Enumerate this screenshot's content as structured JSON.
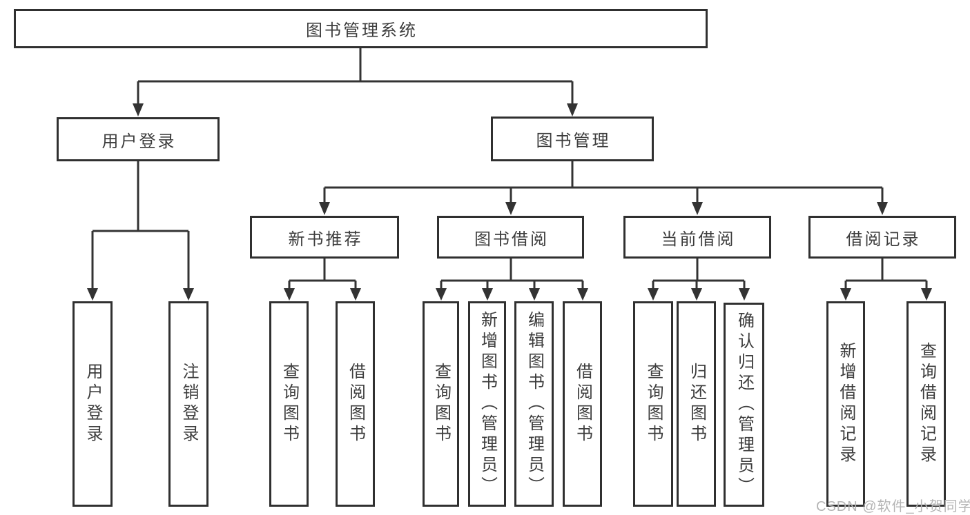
{
  "diagram_title": "图书管理系统",
  "tree": {
    "root": {
      "label": "图书管理系统"
    },
    "branches": [
      {
        "label": "用户登录",
        "children": [
          {
            "label": "用户登录"
          },
          {
            "label": "注销登录"
          }
        ]
      },
      {
        "label": "图书管理",
        "groups": [
          {
            "label": "新书推荐",
            "children": [
              {
                "label": "查询图书"
              },
              {
                "label": "借阅图书"
              }
            ]
          },
          {
            "label": "图书借阅",
            "children": [
              {
                "label": "查询图书"
              },
              {
                "label": "新增图书（管理员）"
              },
              {
                "label": "编辑图书（管理员）"
              },
              {
                "label": "借阅图书"
              }
            ]
          },
          {
            "label": "当前借阅",
            "children": [
              {
                "label": "查询图书"
              },
              {
                "label": "归还图书"
              },
              {
                "label": "确认归还（管理员）"
              }
            ]
          },
          {
            "label": "借阅记录",
            "children": [
              {
                "label": "新增借阅记录"
              },
              {
                "label": "查询借阅记录"
              }
            ]
          }
        ]
      }
    ]
  },
  "watermark": {
    "text": "CSDN @软件_小贺同学"
  },
  "colors": {
    "line": "#333333",
    "text": "#3d3d3d",
    "box_background": "#ffffff",
    "watermark_text": "#b5b5b5"
  }
}
